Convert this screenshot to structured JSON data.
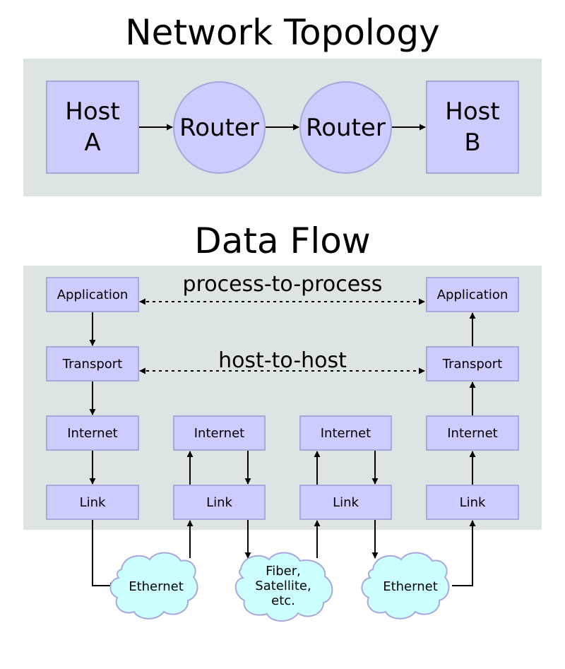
{
  "topology": {
    "title": "Network Topology",
    "host_a_line1": "Host",
    "host_a_line2": "A",
    "router1": "Router",
    "router2": "Router",
    "host_b_line1": "Host",
    "host_b_line2": "B"
  },
  "dataflow": {
    "title": "Data Flow",
    "process_label": "process-to-process",
    "host_label": "host-to-host",
    "left_stack": [
      "Application",
      "Transport",
      "Internet",
      "Link"
    ],
    "router1_stack": [
      "Internet",
      "Link"
    ],
    "router2_stack": [
      "Internet",
      "Link"
    ],
    "right_stack": [
      "Application",
      "Transport",
      "Internet",
      "Link"
    ],
    "clouds": {
      "left": "Ethernet",
      "middle_line1": "Fiber,",
      "middle_line2": "Satellite,",
      "middle_line3": "etc.",
      "right": "Ethernet"
    }
  },
  "colors": {
    "panel": "#dce4e4",
    "box_fill": "#ccccff",
    "box_border": "#a8a8dd",
    "cloud_fill": "#ccffff",
    "cloud_border": "#a8a8dd"
  }
}
